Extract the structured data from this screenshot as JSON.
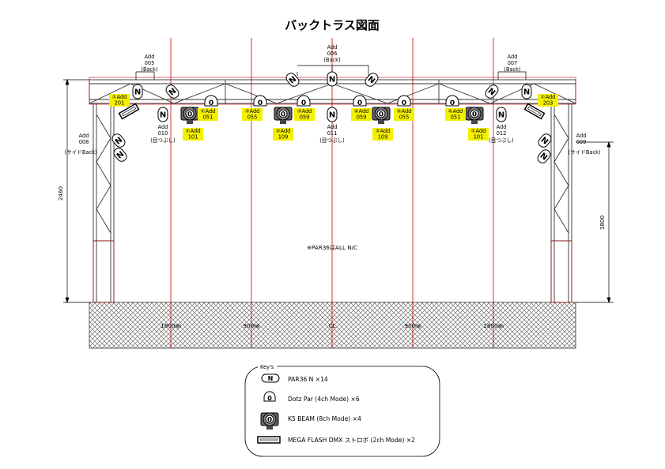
{
  "title": "バックトラス図面",
  "note": "※PAR36はALL N/C",
  "dims": {
    "height_left": "2460",
    "height_right": "1800"
  },
  "floor_labels": [
    "1800㎜",
    "900㎜",
    "CL",
    "900㎜",
    "1800㎜"
  ],
  "fixture_labels": {
    "par": "N",
    "dotz": "0",
    "beam": "0"
  },
  "channel_labels": [
    {
      "n": "①Add",
      "a": "201"
    },
    {
      "n": "①Add",
      "a": "051"
    },
    {
      "n": "①Add",
      "a": "101"
    },
    {
      "n": "②Add",
      "a": "055"
    },
    {
      "n": "②Add",
      "a": "109"
    },
    {
      "n": "③Add",
      "a": "059"
    },
    {
      "n": "④Add",
      "a": "059"
    },
    {
      "n": "②Add",
      "a": "109"
    },
    {
      "n": "⑤Add",
      "a": "055"
    },
    {
      "n": "⑥Add",
      "a": "051"
    },
    {
      "n": "①Add",
      "a": "101"
    },
    {
      "n": "①Add",
      "a": "203"
    }
  ],
  "par_labels": [
    {
      "l1": "Add",
      "l2": "005",
      "l3": "(Back)"
    },
    {
      "l1": "Add",
      "l2": "006",
      "l3": "(Back)"
    },
    {
      "l1": "Add",
      "l2": "007",
      "l3": "(Back)"
    },
    {
      "l1": "Add",
      "l2": "010",
      "l3": "(目つぶし)"
    },
    {
      "l1": "Add",
      "l2": "011",
      "l3": "(目つぶし)"
    },
    {
      "l1": "Add",
      "l2": "012",
      "l3": "(目つぶし)"
    },
    {
      "l1": "Add",
      "l2": "008",
      "l3": "(サイドBack)"
    },
    {
      "l1": "Add",
      "l2": "009",
      "l3": "(サイドBack)"
    }
  ],
  "key": {
    "title": "Key's",
    "items": [
      {
        "label": "PAR36 N  ×14",
        "icon": "par36-icon"
      },
      {
        "label": "Dotz Par (4ch Mode) ×6",
        "icon": "dotz-par-icon"
      },
      {
        "label": "K5 BEAM (8ch Mode) ×4",
        "icon": "k5-beam-icon"
      },
      {
        "label": "MEGA FLASH DMX ストロボ (2ch Mode) ×2",
        "icon": "strobe-icon"
      }
    ]
  },
  "colors": {
    "grid": "#cc0000",
    "label_bg": "#f5f000",
    "line": "#333333"
  }
}
